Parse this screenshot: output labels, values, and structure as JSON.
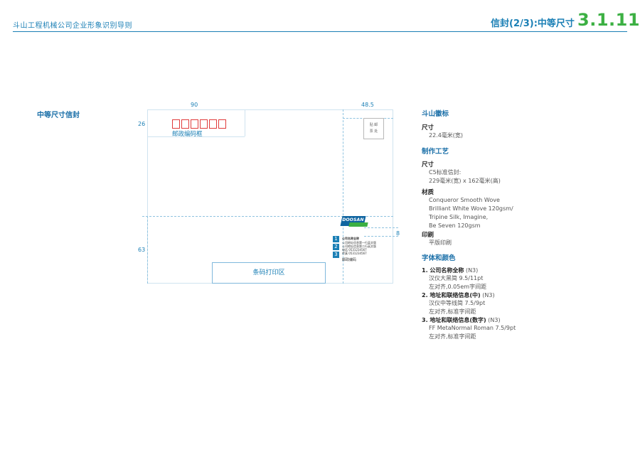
{
  "header": {
    "company": "斗山工程机械公司企业形象识别导则",
    "title": "信封(2/3):中等尺寸",
    "section_number": "3.1.11",
    "accent_blue": "#1a7fb5",
    "accent_green": "#3cb043"
  },
  "left": {
    "section_label": "中等尺寸信封"
  },
  "diagram": {
    "dim_90": "90",
    "dim_48_5": "48.5",
    "dim_26": "26",
    "dim_63": "63",
    "dim_8": "8",
    "postcode_label": "邮政编码框",
    "postcode_color": "#e03a3a",
    "stamp_line1": "贴 邮",
    "stamp_line2": "票 处",
    "logo_text": "DOOSAN",
    "badges": [
      "1",
      "2",
      "3"
    ],
    "address_lines": [
      "公司名称全称",
      "公司地址信息第一行英文版",
      "公司地址信息第二行英文版",
      "电话 0531234567",
      "传真 0531234567"
    ],
    "postcode_text": "邮政编码",
    "barcode_label": "条码打印区"
  },
  "right": {
    "logo_heading": "斗山徽标",
    "logo_size_label": "尺寸",
    "logo_size_value": "22.4毫米(宽)",
    "prod_heading": "制作工艺",
    "prod_size_label": "尺寸",
    "prod_size_line1": "C5标准信封:",
    "prod_size_line2": "229毫米(宽) x 162毫米(高)",
    "material_label": "材质",
    "material_lines": [
      "Conqueror Smooth Wove",
      "Brilliant White Wove 120gsm/",
      "Tripine Silk, Imagine,",
      "Be Seven 120gsm"
    ],
    "print_label": "印刷",
    "print_value": "平版印刷",
    "font_heading": "字体和颜色",
    "font_items": [
      {
        "num": "1.",
        "title": "公司名称全称",
        "tag": " (N3)",
        "lines": [
          "汉仪大黑简  9.5/11pt",
          "左对齐,0.05em字间距"
        ]
      },
      {
        "num": "2.",
        "title": "地址和联络信息(中)",
        "tag": " (N3)",
        "lines": [
          "汉仪中等线简  7.5/9pt",
          "左对齐,标准字间距"
        ]
      },
      {
        "num": "3.",
        "title": "地址和联络信息(数字)",
        "tag": " (N3)",
        "lines": [
          "FF MetaNormal Roman  7.5/9pt",
          "左对齐,标准字间距"
        ]
      }
    ]
  }
}
